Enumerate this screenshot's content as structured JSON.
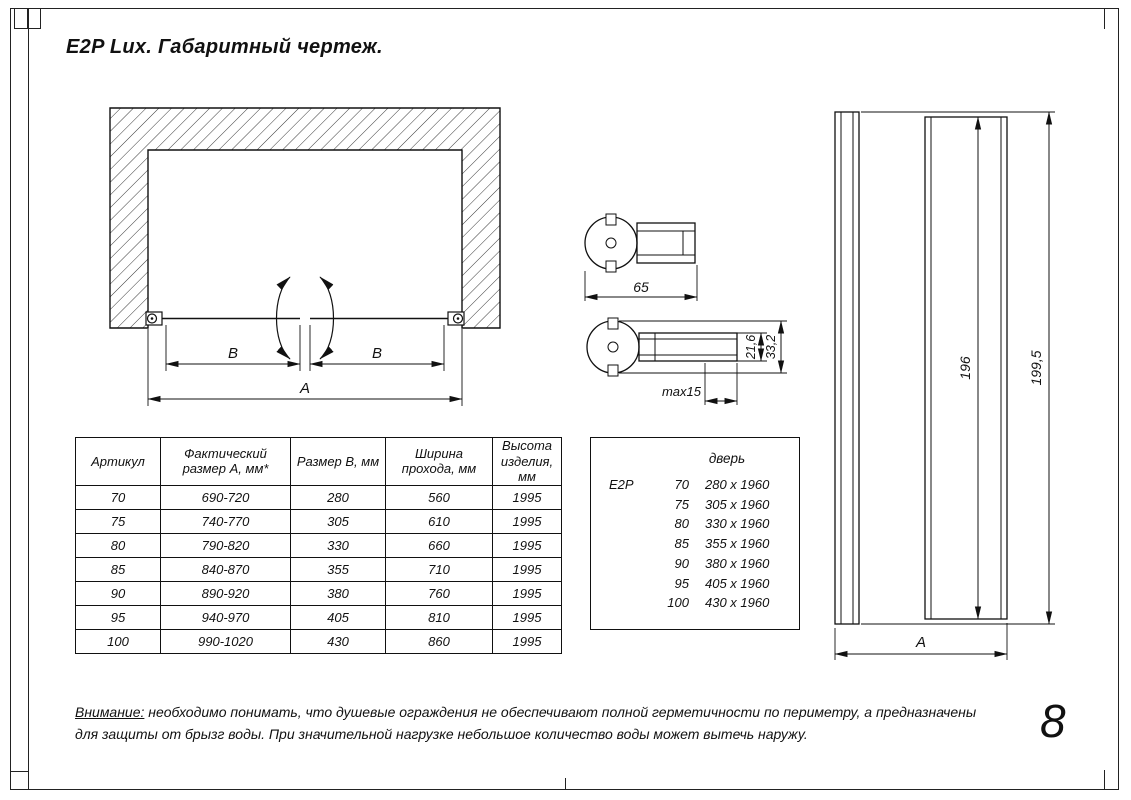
{
  "title": "E2P Lux. Габаритный чертеж.",
  "page_number": "8",
  "note": {
    "label": "Внимание:",
    "line1": " необходимо понимать, что душевые ограждения не обеспечивают полной герметичности по периметру, а предназначены",
    "line2": "для защиты от брызг воды. При значительной нагрузке небольшое количество воды может вытечь наружу."
  },
  "plan": {
    "dim_b_left": "B",
    "dim_b_right": "B",
    "dim_a": "A"
  },
  "sections": {
    "dim_width": "65",
    "dim_depth_inner": "21,6",
    "dim_depth_outer": "33,2",
    "dim_max": "max15"
  },
  "front": {
    "dim_door_height": "196",
    "dim_total_height": "199,5",
    "dim_a": "A"
  },
  "main_table": {
    "headers": [
      "Артикул",
      "Фактический\nразмер А, мм*",
      "Размер В, мм",
      "Ширина\nпрохода, мм",
      "Высота\nизделия,\nмм"
    ],
    "rows": [
      [
        "70",
        "690-720",
        "280",
        "560",
        "1995"
      ],
      [
        "75",
        "740-770",
        "305",
        "610",
        "1995"
      ],
      [
        "80",
        "790-820",
        "330",
        "660",
        "1995"
      ],
      [
        "85",
        "840-870",
        "355",
        "710",
        "1995"
      ],
      [
        "90",
        "890-920",
        "380",
        "760",
        "1995"
      ],
      [
        "95",
        "940-970",
        "405",
        "810",
        "1995"
      ],
      [
        "100",
        "990-1020",
        "430",
        "860",
        "1995"
      ]
    ]
  },
  "door_table": {
    "title": "дверь",
    "series": "E2P",
    "rows": [
      [
        "70",
        "280 x 1960"
      ],
      [
        "75",
        "305 x 1960"
      ],
      [
        "80",
        "330 x 1960"
      ],
      [
        "85",
        "355 x 1960"
      ],
      [
        "90",
        "380 x 1960"
      ],
      [
        "95",
        "405 x 1960"
      ],
      [
        "100",
        "430 x 1960"
      ]
    ]
  }
}
